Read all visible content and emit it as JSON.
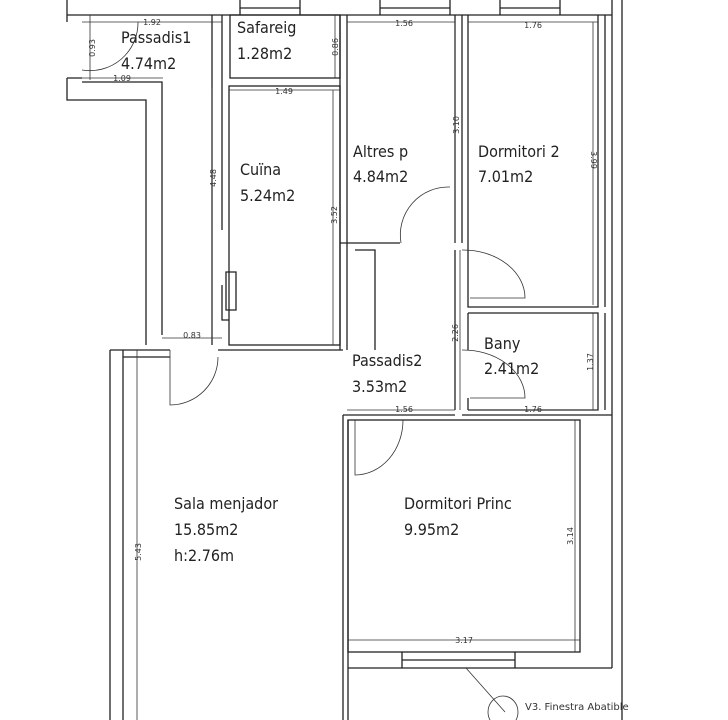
{
  "title": "Floor plan",
  "rooms": [
    {
      "name": "Passadis1",
      "area": "4.74m2"
    },
    {
      "name": "Safareig",
      "area": "1.28m2"
    },
    {
      "name": "Cuïna",
      "area": "5.24m2"
    },
    {
      "name": "Altres p",
      "area": "4.84m2"
    },
    {
      "name": "Dormitori 2",
      "area": "7.01m2"
    },
    {
      "name": "Passadis2",
      "area": "3.53m2"
    },
    {
      "name": "Bany",
      "area": "2.41m2"
    },
    {
      "name": "Sala menjador",
      "area": "15.85m2",
      "height": "h:2.76m"
    },
    {
      "name": "Dormitori Princ",
      "area": "9.95m2"
    }
  ],
  "dimensions": {
    "passadis1_w": "1.92",
    "passadis1_h": "0.93",
    "passadis1_w2": "1.09",
    "safareig_h": "0.86",
    "cuina_w": "1.49",
    "cuina_h": "3.52",
    "left_h": "4.48",
    "door_w": "0.83",
    "altres_w": "1.56",
    "altres_h": "3.10",
    "dorm2_w": "1.76",
    "dorm2_h": "3.99",
    "pass2_h": "2.26",
    "bany_h": "1.37",
    "pass2_w": "1.56",
    "bany_w": "1.76",
    "princ_h": "3.14",
    "princ_w": "3.17",
    "sala_h": "5.43"
  },
  "annotation": "V3. Finestra Abatible"
}
